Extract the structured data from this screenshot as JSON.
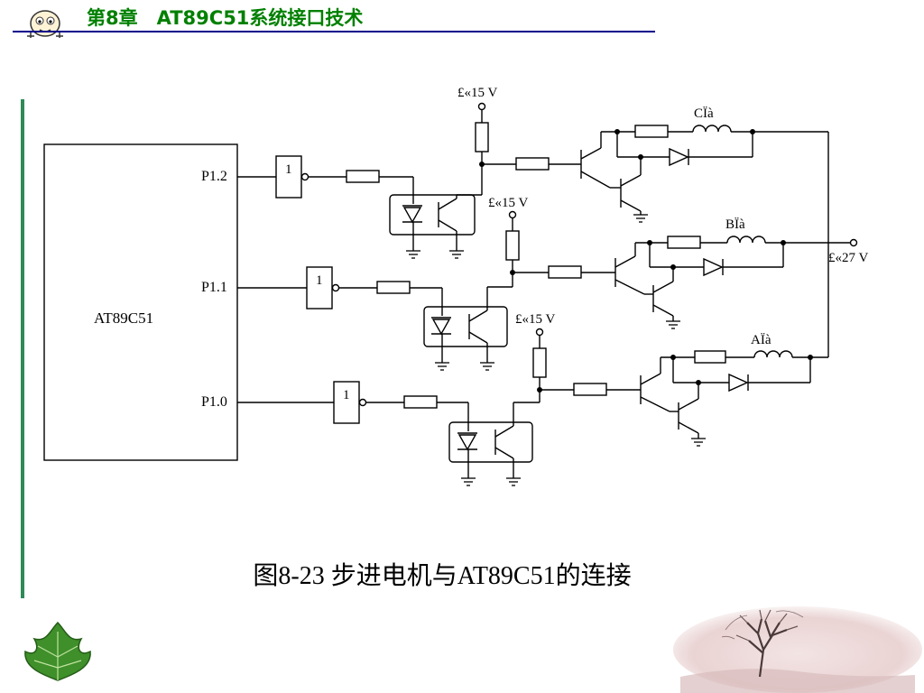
{
  "header": {
    "chapter_title": "第8章　AT89C51系统接口技术",
    "mascot_icon": "cartoon-face-icon",
    "accent_color": "#008000",
    "rule_color": "#00008b"
  },
  "circuit": {
    "mcu_label": "AT89C51",
    "pins": [
      "P1.2",
      "P1.1",
      "P1.0"
    ],
    "inverter_label": "1",
    "supply_15v_label": "£«15 V",
    "supply_27v_label": "£«27 V",
    "phase_labels": [
      "CÏà",
      "BÏà",
      "AÏà"
    ]
  },
  "caption": "图8-23  步进电机与AT89C51的连接",
  "decorations": {
    "leaf_icon": "green-leaf-icon",
    "tree_image": "tree-landscape-image"
  }
}
